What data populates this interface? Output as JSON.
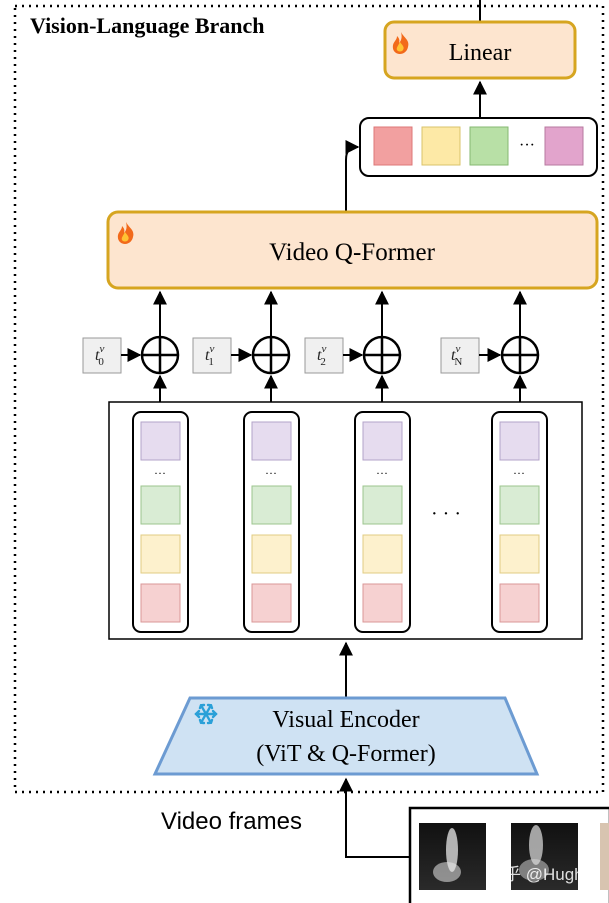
{
  "branch_title": "Vision-Language Branch",
  "linear": {
    "label": "Linear",
    "icon": "fire-icon"
  },
  "qformer": {
    "label": "Video Q-Former",
    "icon": "fire-icon"
  },
  "query_tokens": {
    "ellipsis": "···",
    "colors": [
      "#f2a0a0",
      "#fde9a6",
      "#b8e0a6",
      "#e2a4cc"
    ]
  },
  "time_embeddings": [
    {
      "base": "t",
      "sup": "v",
      "sub": "0"
    },
    {
      "base": "t",
      "sup": "v",
      "sub": "1"
    },
    {
      "base": "t",
      "sup": "v",
      "sub": "2"
    },
    {
      "base": "t",
      "sup": "v",
      "sub": "N"
    }
  ],
  "frame_tokens": {
    "dots": "···",
    "between_ellipsis": "· · ·",
    "colors": [
      "#e6dcef",
      "#d9ecd4",
      "#fdf1cd",
      "#f6d1d1"
    ]
  },
  "encoder": {
    "line1": "Visual Encoder",
    "line2": "(ViT & Q-Former)",
    "icon": "snowflake-icon",
    "fill": "#cfe2f3",
    "stroke": "#6c9bd2"
  },
  "video_frames_label": "Video frames",
  "watermark": "知乎 @Hugh",
  "colors": {
    "accent_stroke": "#d6a520",
    "accent_fill": "#fde5cf"
  }
}
